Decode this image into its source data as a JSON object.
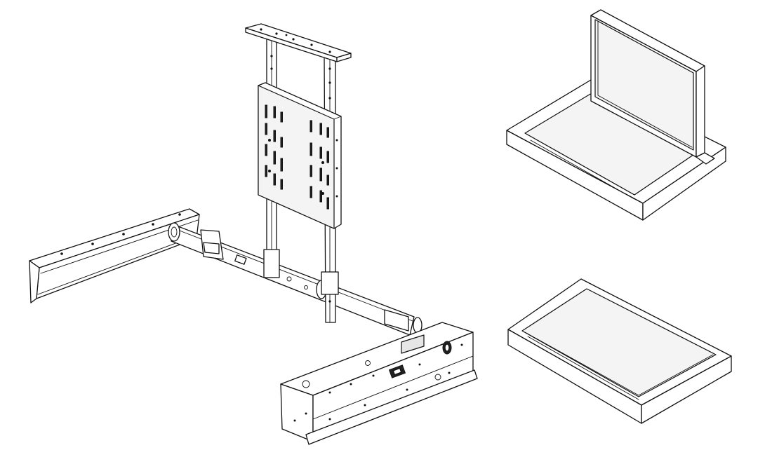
{
  "figure": {
    "views": [
      {
        "id": "lift-mechanism",
        "description_icon": "tv-lift-mechanism-icon"
      },
      {
        "id": "cabinet-open",
        "description_icon": "cabinet-screen-raised-icon"
      },
      {
        "id": "cabinet-closed",
        "description_icon": "cabinet-lid-closed-icon"
      }
    ],
    "colors": {
      "line": "#111111",
      "background": "#ffffff"
    }
  }
}
